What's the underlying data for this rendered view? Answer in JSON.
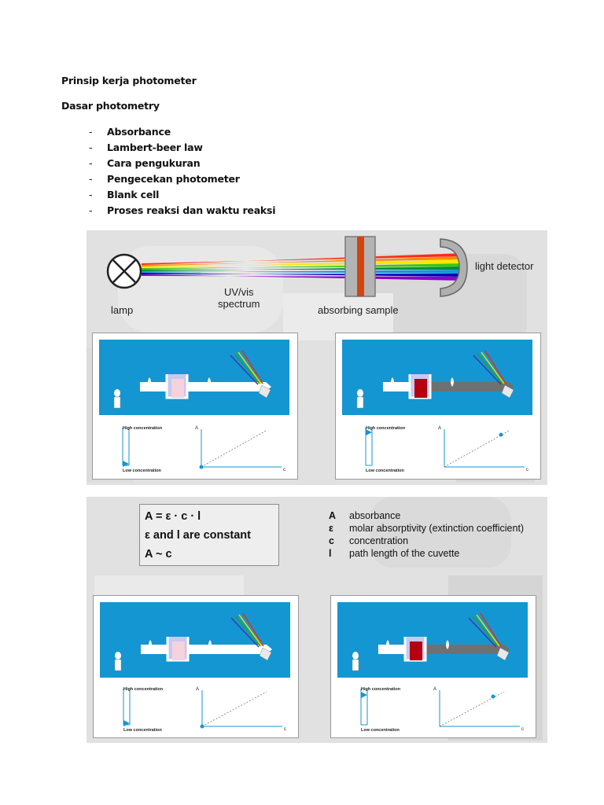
{
  "heading": "Prinsip kerja photometer",
  "subheading": "Dasar photometry",
  "bullets": [
    "Absorbance",
    "Lambert-beer law",
    "Cara pengukuran",
    "Pengecekan photometer",
    "Blank cell",
    "Proses reaksi dan waktu reaksi"
  ],
  "bullet_marker": "-",
  "figure1": {
    "labels": {
      "lamp": "lamp",
      "spectrum_1": "UV/vis",
      "spectrum_2": "spectrum",
      "sample": "absorbing sample",
      "detector": "light detector"
    },
    "colors": {
      "spectrum": [
        "#ff2a1a",
        "#ff8a00",
        "#ffe600",
        "#3cc80a",
        "#008c3c",
        "#1496dc",
        "#0000b4",
        "#8c00c8"
      ],
      "sample_bar": "#d2450f",
      "background": "#e1e1e1"
    }
  },
  "panel_text": {
    "high": "High concentration",
    "low": "Low concentration",
    "axis_y": "A",
    "axis_x": "c"
  },
  "panel_colors": {
    "blue_area": "#1496d2",
    "blank_sample": "#f5d2dc",
    "dark_sample": "#b4000f",
    "cuvette": "#c8c8f0"
  },
  "figure2": {
    "formula": [
      "A = ε · c · l",
      "ε and l are constant",
      "A ~ c"
    ],
    "legend": [
      {
        "symbol": "A",
        "text": "absorbance"
      },
      {
        "symbol": "ε",
        "text": "molar absorptivity (extinction coefficient)"
      },
      {
        "symbol": "c",
        "text": "concentration"
      },
      {
        "symbol": "l",
        "text": "path length of the cuvette"
      }
    ]
  }
}
